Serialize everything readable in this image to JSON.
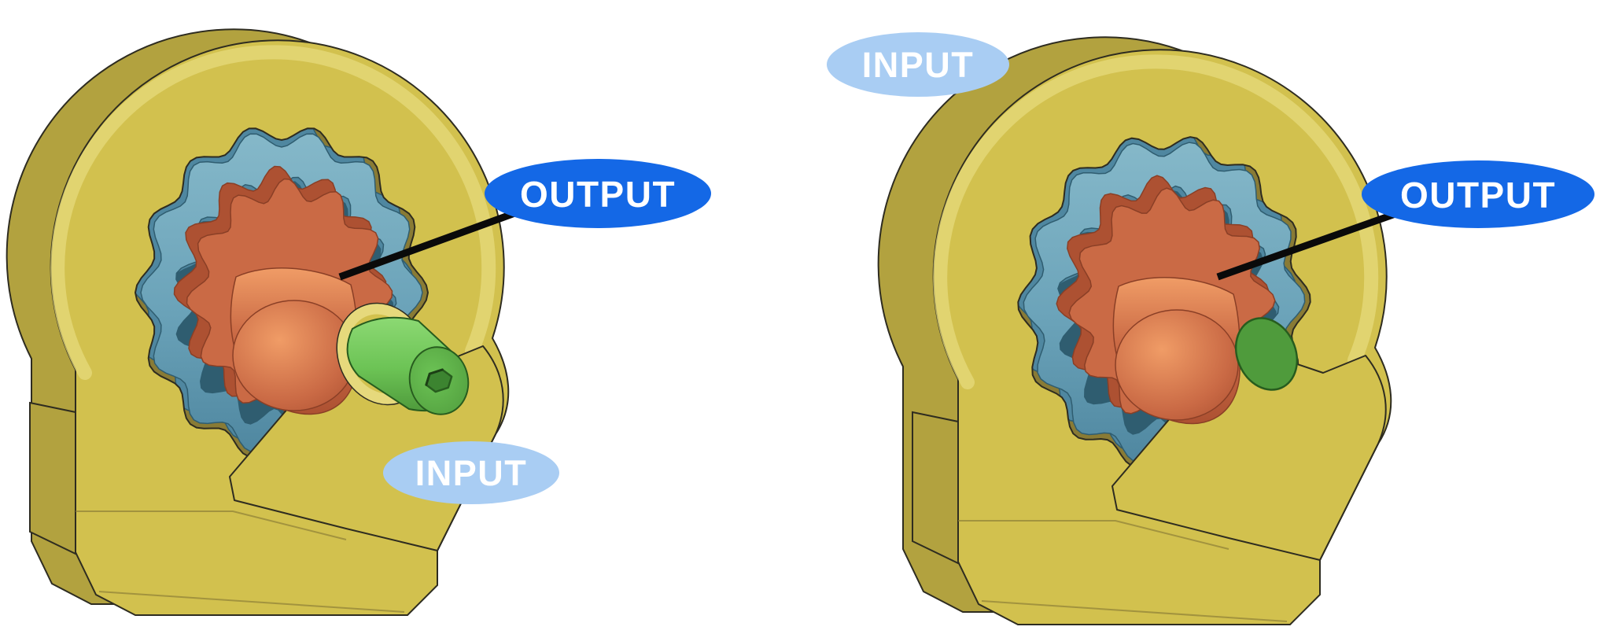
{
  "labels": {
    "left_output": "OUTPUT",
    "left_input": "INPUT",
    "right_input": "INPUT",
    "right_output": "OUTPUT"
  },
  "colors": {
    "output_badge": "#1468e6",
    "input_badge": "#a9cdf3",
    "label_text": "#ffffff",
    "callout_line": "#0a0a0a",
    "housing_front": "#d2c14e",
    "housing_side": "#b2a23f",
    "housing_dark": "#897b35",
    "housing_light": "#e6d97c",
    "ring_gear": "#6ba3b9",
    "ring_gear_light": "#85b8c9",
    "ring_gear_dark": "#4f87a0",
    "ring_gear_shadow": "#2f5d70",
    "output_gear": "#ca6a45",
    "output_gear_dark": "#ad5132",
    "output_gear_light": "#f09c66",
    "input_shaft": "#6cc355",
    "input_shaft_light": "#8cd973",
    "input_shaft_dark": "#4f9b3c",
    "input_shaft_deep": "#275c1e",
    "outline": "#2e2c20"
  }
}
